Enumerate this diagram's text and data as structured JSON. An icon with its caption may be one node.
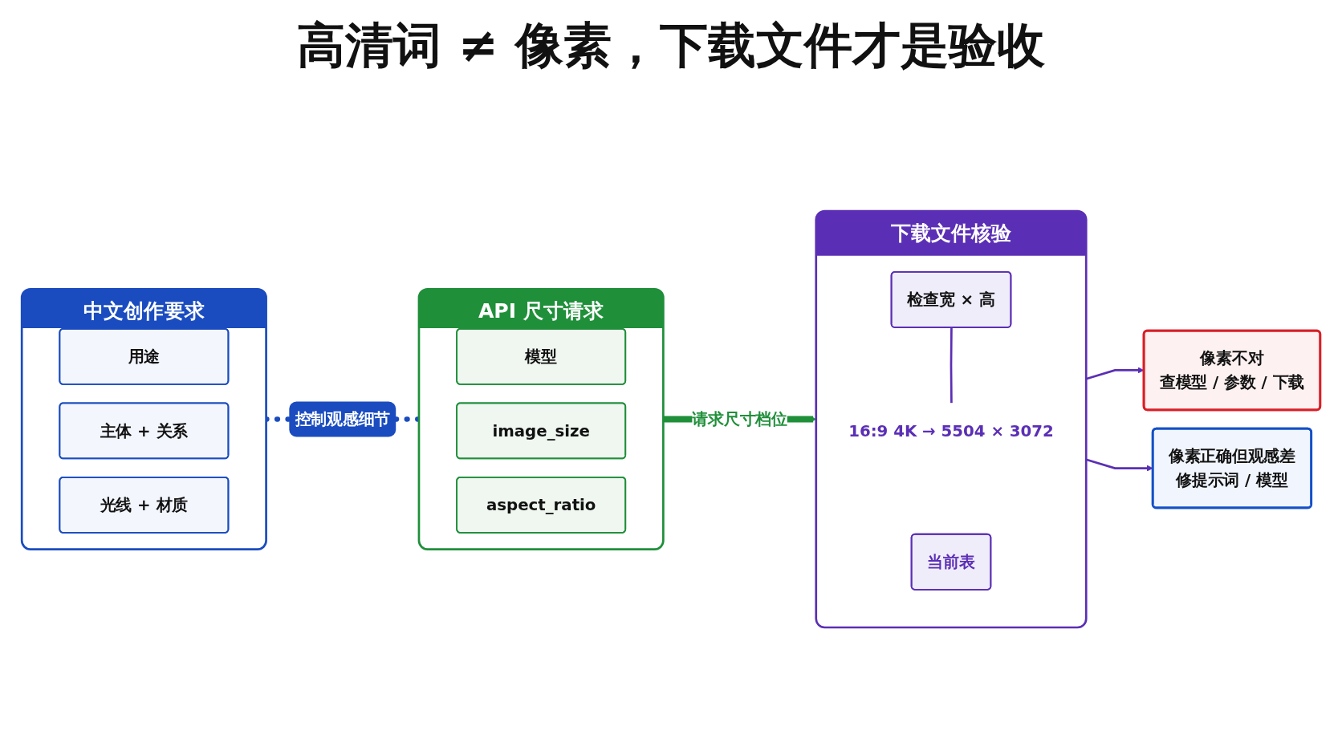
{
  "diagram": {
    "title": "高清词 ≠ 像素，下载文件才是验收",
    "nodes": [
      {
        "text": [
          "中文创作要求"
        ]
      },
      {
        "text": [
          "用途"
        ],
        "in": 0
      },
      {
        "text": [
          "主体 + 关系"
        ],
        "in": 0
      },
      {
        "text": [
          "光线 + 材质"
        ],
        "in": 0
      },
      {
        "text": [
          "API 尺寸请求"
        ]
      },
      {
        "text": [
          "模型"
        ],
        "in": 4
      },
      {
        "text": [
          "image_size"
        ],
        "in": 4
      },
      {
        "text": [
          "aspect_ratio"
        ],
        "in": 4
      },
      {
        "text": [
          "下载文件核验"
        ]
      },
      {
        "text": [
          "检查宽 × 高"
        ],
        "in": 8
      },
      {
        "text": [
          "16:9 4K → 5504 × 3072"
        ],
        "in": 8
      },
      {
        "text": [
          "当前表"
        ],
        "in": 8
      },
      {
        "text": [
          "像素不对",
          "查模型 / 参数 / 下载"
        ]
      },
      {
        "text": [
          "像素正确但观感差",
          "修提示词 / 模型"
        ]
      }
    ],
    "edges": [
      {
        "from": 0,
        "to": 4,
        "arrow": "none",
        "label": "控制观感细节",
        "style": "dashed",
        "color": "#1a4cc0"
      },
      {
        "from": 4,
        "to": 8,
        "arrow": "to",
        "label": "请求尺寸档位",
        "style": "thick",
        "color": "#1f8f3a"
      },
      {
        "from": 9,
        "to": 10,
        "arrow": "none"
      },
      {
        "from": 8,
        "to": 12,
        "arrow": "to"
      },
      {
        "from": 8,
        "to": 13,
        "arrow": "to"
      }
    ]
  }
}
